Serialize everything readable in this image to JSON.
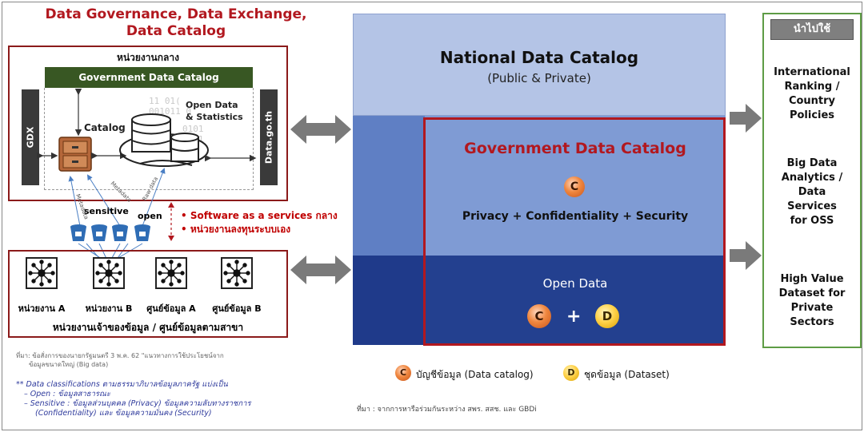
{
  "left": {
    "title_line1": "Data Governance, Data Exchange,",
    "title_line2": "Data Catalog",
    "central_agency": "หน่วยงานกลาง",
    "gov_catalog_bar": "Government Data Catalog",
    "gdx": "GDX",
    "datago": "Data.go.th",
    "catalog": "Catalog",
    "open_data_line1": "Open Data",
    "open_data_line2": "& Statistics",
    "binary_lines": [
      "11 01(",
      "001011 0",
      "1",
      "0101",
      "0101"
    ],
    "metadata_1": "Metadata",
    "metadata_2": "Metadata",
    "raw_data": "Raw data",
    "sensitive": "sensitive",
    "open": "open",
    "saas_line1": "• Software as a services กลาง",
    "saas_line2": "• หน่วยงานลงทุนระบบเอง",
    "agencies": [
      "หน่วยงาน A",
      "หน่วยงาน B",
      "ศูนย์ข้อมูล A",
      "ศูนย์ข้อมูล B"
    ],
    "agencies_caption": "หน่วยงานเจ้าของข้อมูล / ศูนย์ข้อมูลตามสาขา",
    "source_note_line1": "ที่มา: ข้อสั่งการของนายกรัฐมนตรี 3 พ.ค. 62 \"แนวทางการใช้ประโยชน์จาก",
    "source_note_line2": "ข้อมูลขนาดใหญ่ (Big data)",
    "classif_line1": "** Data classifications ตามธรรมาภิบาลข้อมูลภาครัฐ แบ่งเป็น",
    "classif_line2": "– Open : ข้อมูลสาธารณะ",
    "classif_line3": "– Sensitive : ข้อมูลส่วนบุคคล (Privacy) ข้อมูลความลับทางราชการ",
    "classif_line4": "(Confidentiality) และ ข้อมูลความมั่นคง (Security)"
  },
  "middle": {
    "national_title": "National Data Catalog",
    "national_sub": "(Public & Private)",
    "gov_title": "Government Data Catalog",
    "gov_badge": "C",
    "gov_text": "Privacy + Confidentiality + Security",
    "open_title": "Open Data",
    "open_badge_c": "C",
    "open_plus": "+",
    "open_badge_d": "D",
    "legend_c_badge": "C",
    "legend_c": "บัญชีข้อมูล (Data catalog)",
    "legend_d_badge": "D",
    "legend_d": "ชุดข้อมูล (Dataset)",
    "source": "ที่มา :  จากการหารือร่วมกันระหว่าง สพร. สสช. และ GBDi"
  },
  "right": {
    "header": "นำไปใช้",
    "item1": [
      "International",
      "Ranking /",
      "Country",
      "Policies"
    ],
    "item2": [
      "Big Data",
      "Analytics /",
      "Data",
      "Services",
      "for OSS"
    ],
    "item3": [
      "High Value",
      "Dataset for",
      "Private",
      "Sectors"
    ]
  },
  "colors": {
    "accent_red": "#b2181f",
    "national_bg": "#b4c4e6",
    "gov_bg": "#7f9bd4",
    "open_bg": "#23408f",
    "right_border": "#5e9c45",
    "gov_bar": "#385723"
  },
  "icons": {
    "cabinet": "file-cabinet-icon",
    "database": "database-icon",
    "bucket": "data-bucket-icon",
    "network": "network-node-icon",
    "arrow": "double-arrow-icon"
  }
}
